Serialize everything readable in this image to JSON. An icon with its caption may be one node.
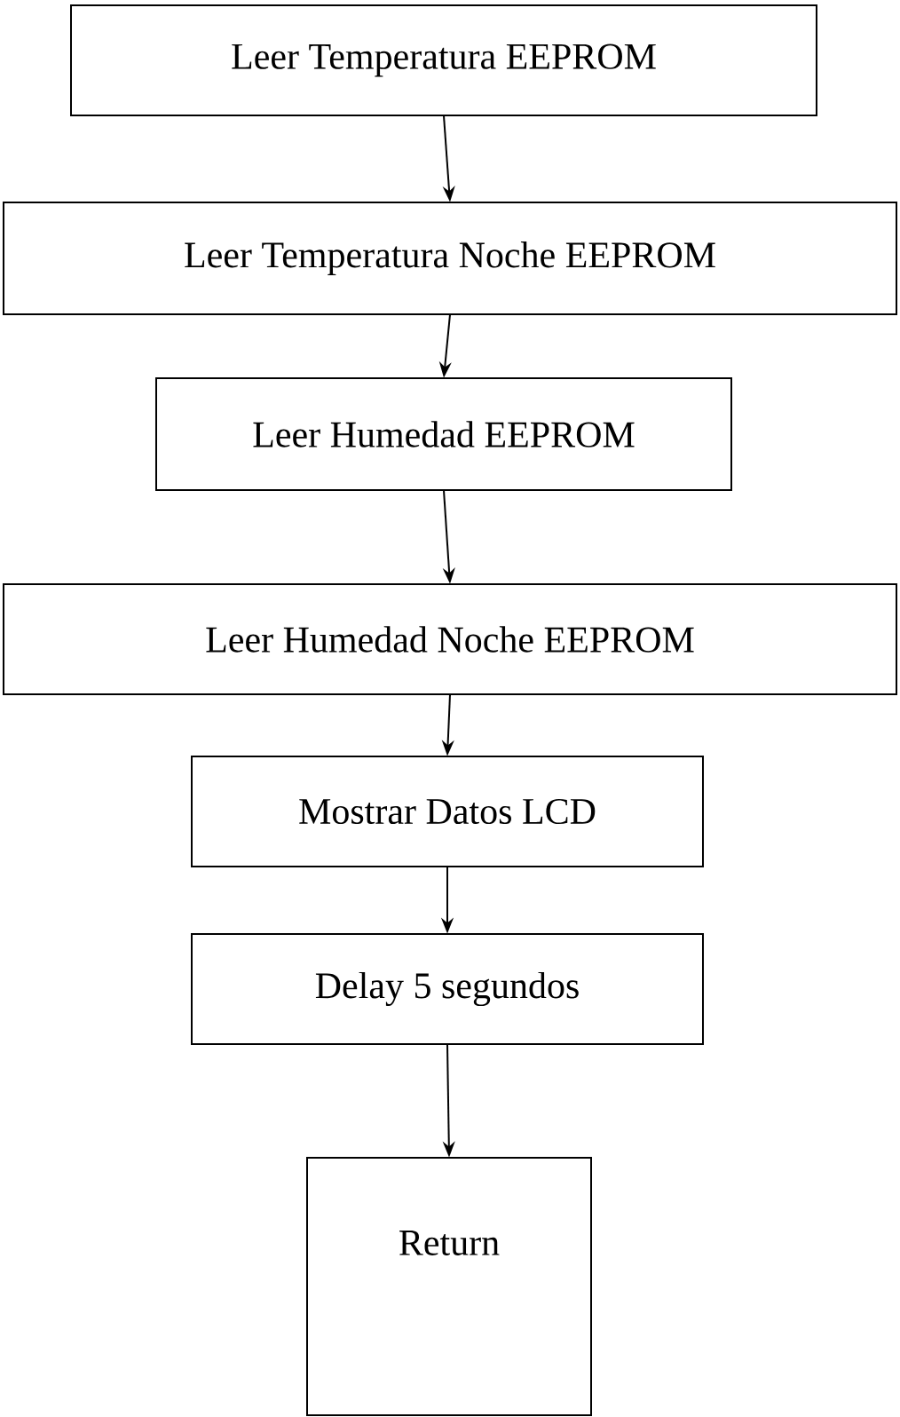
{
  "diagram": {
    "nodes": [
      {
        "text": [
          "Leer Temperatura EEPROM"
        ]
      },
      {
        "text": [
          "Leer Temperatura Noche EEPROM"
        ]
      },
      {
        "text": [
          "Leer Humedad EEPROM"
        ]
      },
      {
        "text": [
          "Leer Humedad Noche EEPROM"
        ]
      },
      {
        "text": [
          "Mostrar Datos LCD"
        ]
      },
      {
        "text": [
          "Delay 5 segundos"
        ]
      },
      {
        "text": [
          "Return"
        ]
      }
    ],
    "edges": [
      {
        "from": 0,
        "to": 1,
        "arrow": "to"
      },
      {
        "from": 1,
        "to": 2,
        "arrow": "to"
      },
      {
        "from": 2,
        "to": 3,
        "arrow": "to"
      },
      {
        "from": 3,
        "to": 4,
        "arrow": "to"
      },
      {
        "from": 4,
        "to": 5,
        "arrow": "to"
      },
      {
        "from": 5,
        "to": 6,
        "arrow": "to"
      }
    ]
  }
}
